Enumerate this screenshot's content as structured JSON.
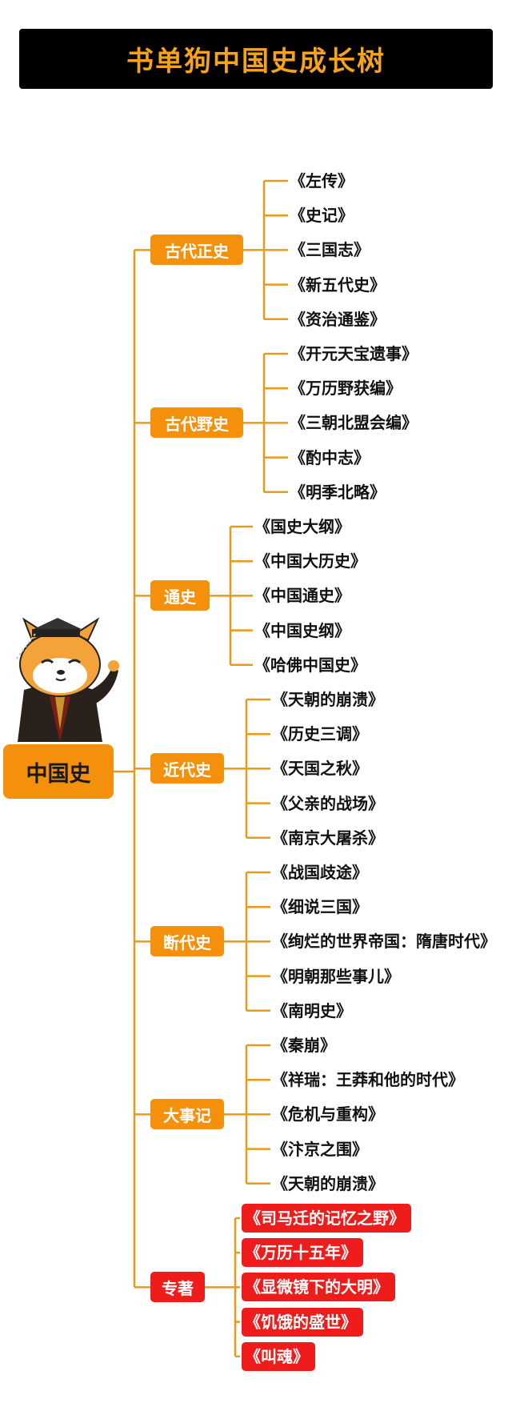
{
  "banner": {
    "title": "书单狗中国史成长树"
  },
  "colors": {
    "accent": "#f4900c",
    "line": "#e89a1c",
    "highlight": "#ef1c1c",
    "banner_bg": "#000000",
    "banner_text": "#f7a21b"
  },
  "tree": {
    "root": "中国史",
    "categories": [
      {
        "label": "古代正史",
        "books": [
          "《左传》",
          "《史记》",
          "《三国志》",
          "《新五代史》",
          "《资治通鉴》"
        ]
      },
      {
        "label": "古代野史",
        "books": [
          "《开元天宝遗事》",
          "《万历野获编》",
          "《三朝北盟会编》",
          "《酌中志》",
          "《明季北略》"
        ]
      },
      {
        "label": "通史",
        "books": [
          "《国史大纲》",
          "《中国大历史》",
          "《中国通史》",
          "《中国史纲》",
          "《哈佛中国史》"
        ]
      },
      {
        "label": "近代史",
        "books": [
          "《天朝的崩溃》",
          "《历史三调》",
          "《天国之秋》",
          "《父亲的战场》",
          "《南京大屠杀》"
        ]
      },
      {
        "label": "断代史",
        "books": [
          "《战国歧途》",
          "《细说三国》",
          "《绚烂的世界帝国：隋唐时代》",
          "《明朝那些事儿》",
          "《南明史》"
        ]
      },
      {
        "label": "大事记",
        "books": [
          "《秦崩》",
          "《祥瑞：王莽和他的时代》",
          "《危机与重构》",
          "《汴京之围》",
          "《天朝的崩溃》"
        ]
      },
      {
        "label": "专著",
        "highlight": true,
        "books": [
          "《司马迁的记忆之野》",
          "《万历十五年》",
          "《显微镜下的大明》",
          "《饥饿的盛世》",
          "《叫魂》"
        ]
      }
    ]
  }
}
